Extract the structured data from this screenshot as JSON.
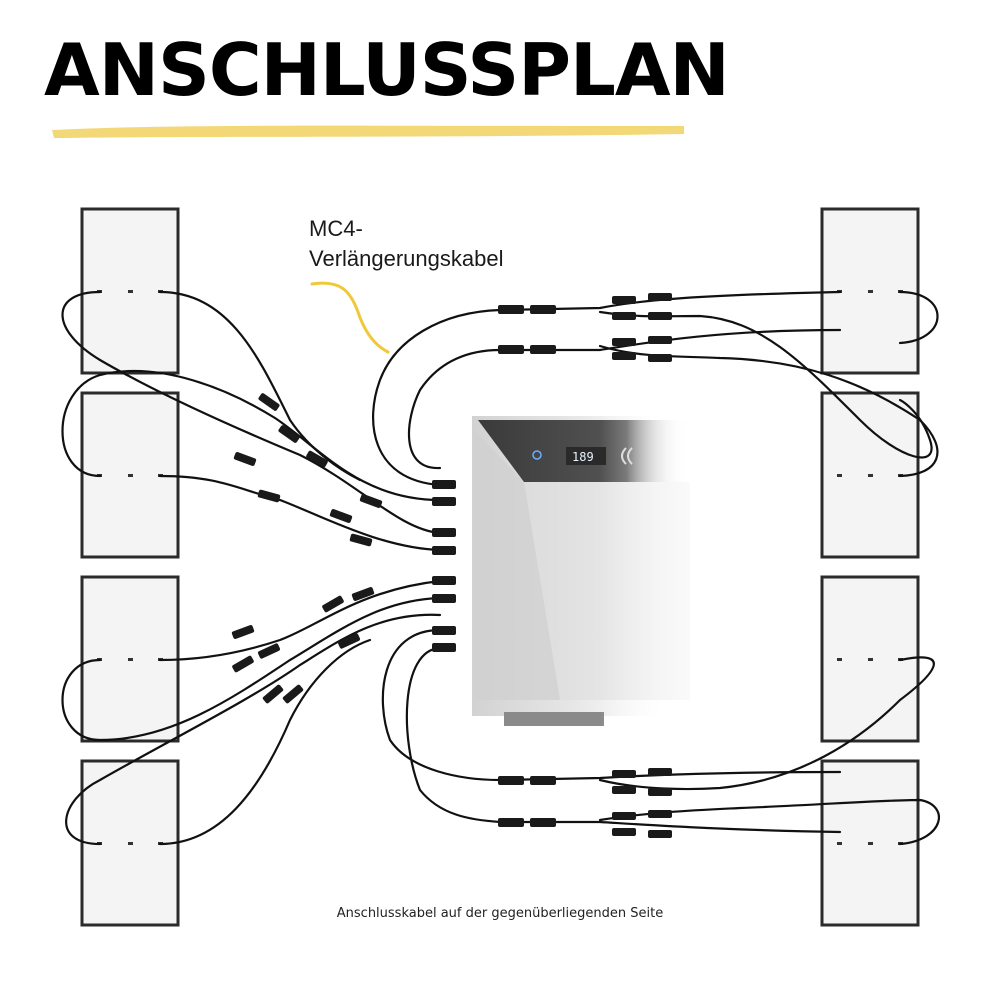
{
  "title": "ANSCHLUSSPLAN",
  "callout": {
    "line1": "MC4-",
    "line2": "Verlängerungskabel"
  },
  "footnote": "Anschlusskabel auf der gegenüberliegenden Seite",
  "display": {
    "reading": "189"
  },
  "colors": {
    "highlight": "#f3d878",
    "callout_line": "#f0c93a",
    "cable": "#111111",
    "panel_frame": "#2b2b2b",
    "panel_fill": "#f4f4f4"
  }
}
